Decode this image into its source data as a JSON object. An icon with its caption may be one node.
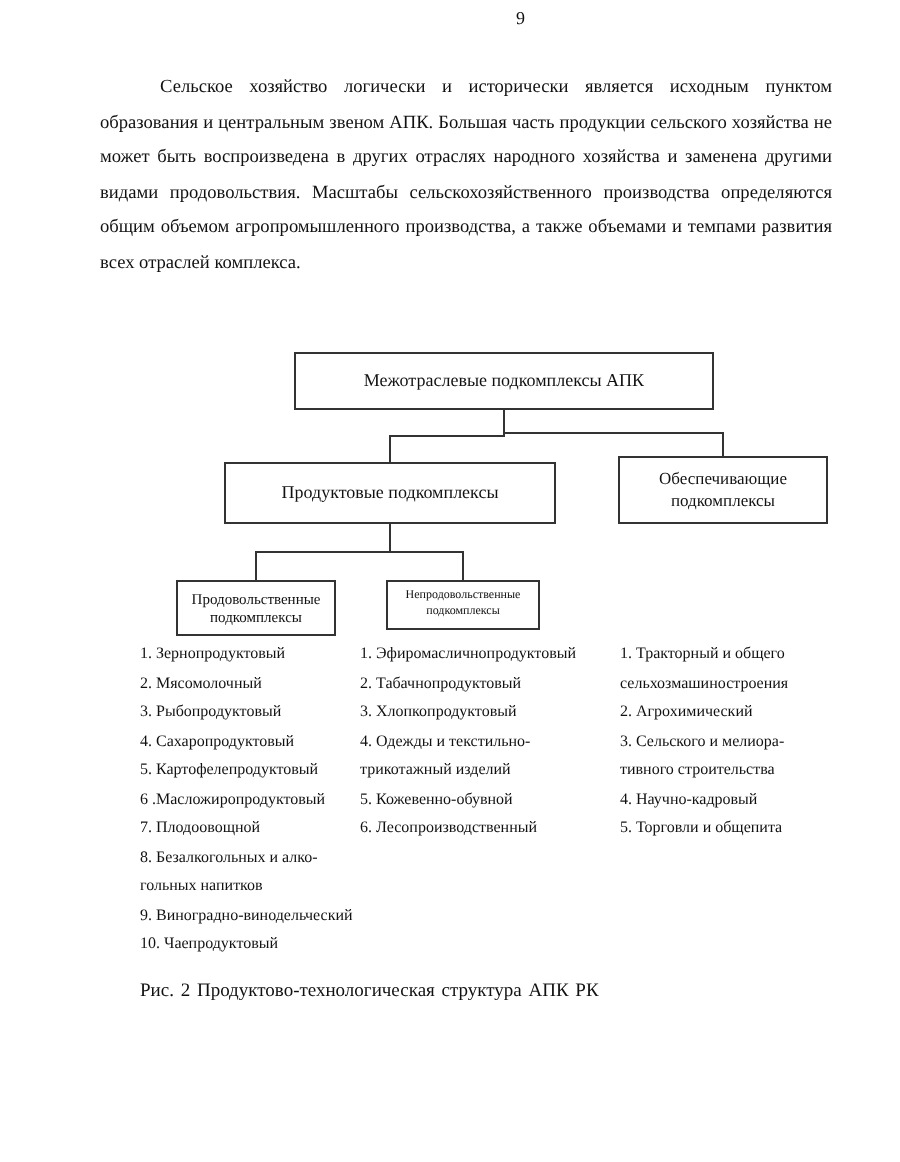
{
  "diagram": {
    "caption": "Рис. 2 Продуктово-технологическая структура АПК РК",
    "nodes": [
      {
        "text": [
          "Межотраслевые подкомплексы АПК"
        ]
      },
      {
        "text": [
          "Продуктовые подкомплексы"
        ]
      },
      {
        "text": [
          "Обеспечивающие подкомплексы"
        ]
      },
      {
        "text": [
          "Продовольственные подкомплексы"
        ]
      },
      {
        "text": [
          "Непродовольственные подкомплексы"
        ]
      }
    ],
    "edges": [
      {
        "from": 0,
        "to": 1,
        "arrow": "none"
      },
      {
        "from": 0,
        "to": 2,
        "arrow": "none"
      },
      {
        "from": 1,
        "to": 3,
        "arrow": "none"
      },
      {
        "from": 1,
        "to": 4,
        "arrow": "none"
      }
    ],
    "labels": [
      "9",
      "Сельское хозяйство логически и исторически является исходным пунктом образования и центральным звеном АПК. Большая часть продукции сельского хозяйства не может быть воспроизведена в других отраслях народного хозяйства и заменена другими видами продовольствия. Масштабы сельскохозяйственного производства определяются общим объемом агропромышленного производства, а также объемами и темпами развития всех отраслей комплекса.",
      "1. Зернопродуктовый",
      "2. Мясомолочный",
      "3. Рыбопродуктовый",
      "4. Сахаропродуктовый",
      "5. Картофелепродуктовый",
      "6 .Масложиропродуктовый",
      "7. Плодоовощной",
      "8. Безалкогольных и алко- гольных напитков",
      "9. Виноградно-винодельческий",
      "10. Чаепродуктовый",
      "1. Эфиромасличнопродуктовый",
      "2. Табачнопродуктовый",
      "3. Хлопкопродуктовый",
      "4. Одежды и текстильно- трикотажный изделий",
      "5. Кожевенно-обувной",
      "6. Лесопроизводственный",
      "1. Тракторный и общего сельхозмашиностроения",
      "2. Агрохимический",
      "3. Сельского и мелиора- тивного строительства",
      "4. Научно-кадровый",
      "5. Торговли и общепита"
    ]
  }
}
